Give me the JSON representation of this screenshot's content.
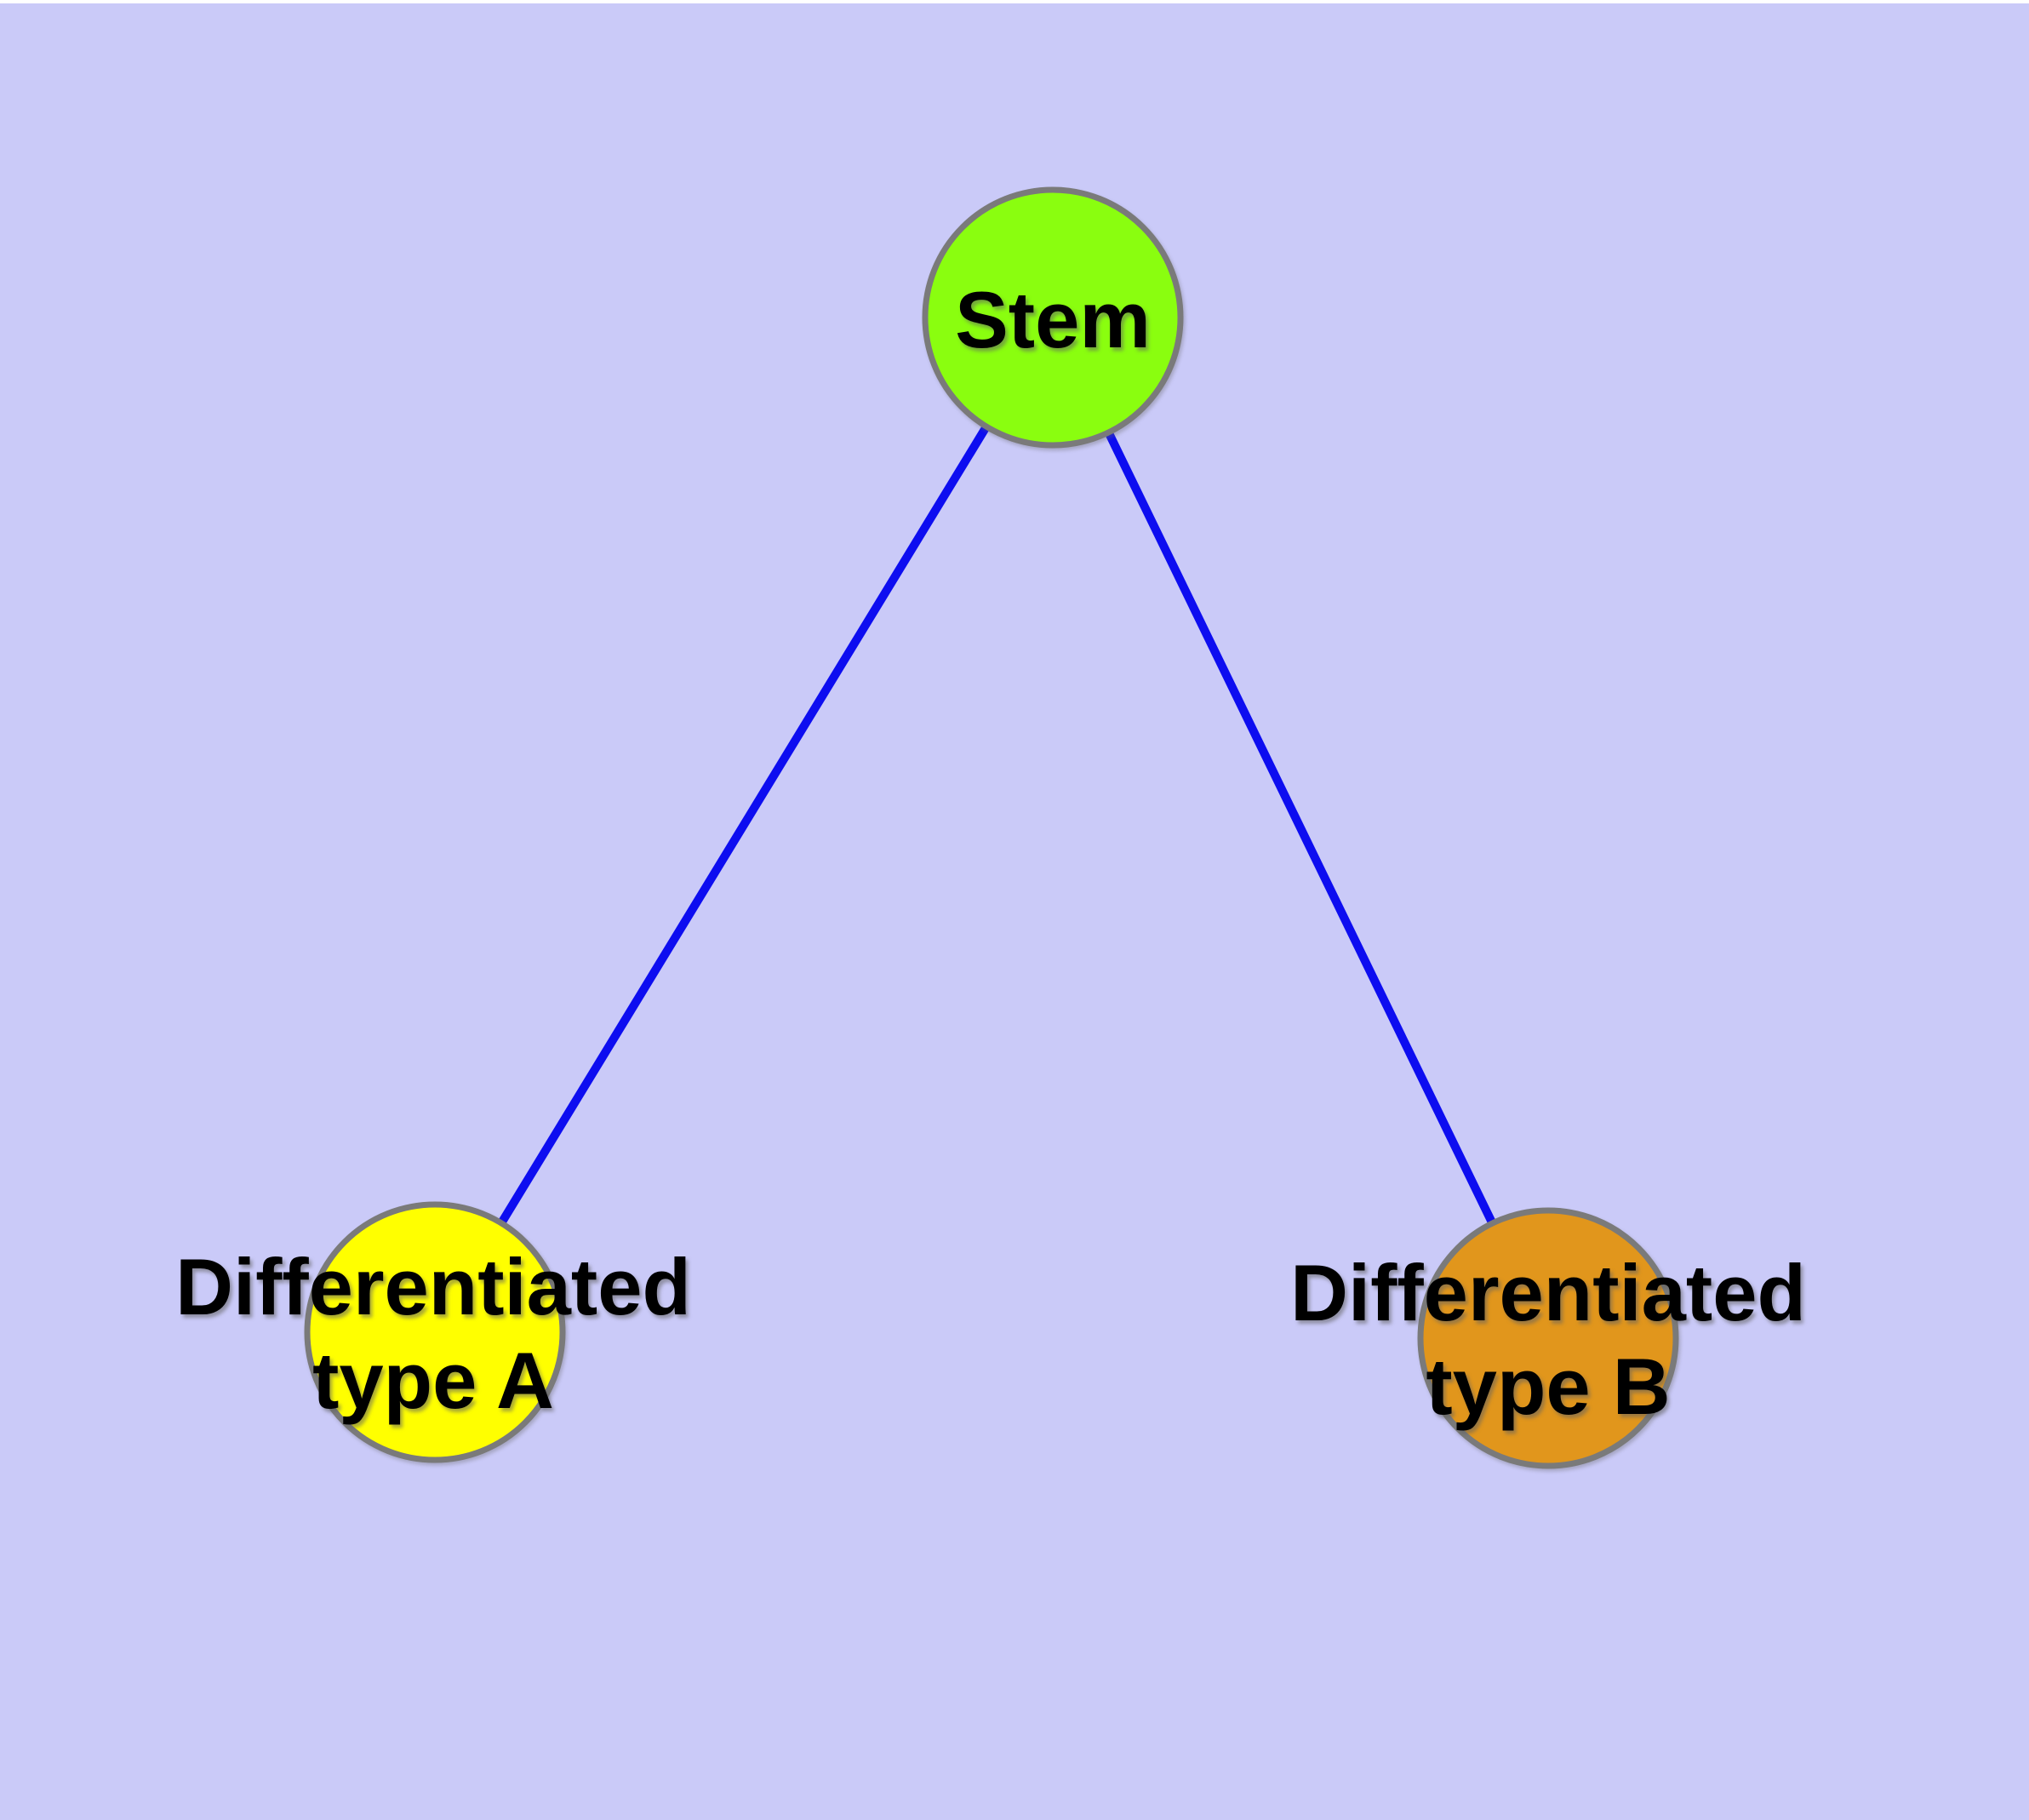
{
  "canvas": {
    "background_color": "#cacaf8",
    "top_strip_color": "#ffffff"
  },
  "diagram": {
    "type": "graph",
    "description": "Stem cell differentiation tree: one stem node branching to two differentiated cell type nodes",
    "node_border_color": "#7a7a7a",
    "edge_color": "#0d0df0",
    "label_color": "#000000",
    "nodes": [
      {
        "id": "stem",
        "label": "Stem",
        "label_lines": [
          "Stem"
        ],
        "color": "#8afe0f"
      },
      {
        "id": "differentiated-type-a",
        "label": "Differentiated type A",
        "label_lines": [
          "Differentiated",
          "type A"
        ],
        "color": "#ffff00"
      },
      {
        "id": "differentiated-type-b",
        "label": "Differentiated type B",
        "label_lines": [
          "Differentiated",
          "type B"
        ],
        "color": "#e1961c"
      }
    ],
    "edges": [
      {
        "from": "stem",
        "to": "differentiated-type-a"
      },
      {
        "from": "stem",
        "to": "differentiated-type-b"
      }
    ]
  }
}
